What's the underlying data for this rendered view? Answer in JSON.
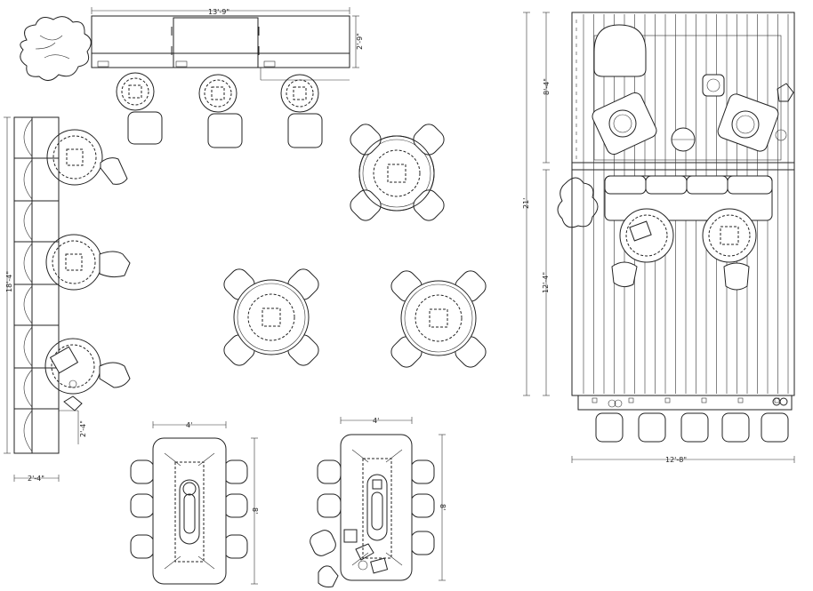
{
  "dimensions": {
    "counter_length": "13'-9\"",
    "counter_depth": "2'-9\"",
    "banquette_length": "18'-4\"",
    "banquette_depth": "2'-4\"",
    "banquette_table": "2'-4\"",
    "table1_width": "4'",
    "table1_length": "8'",
    "table2_width": "4'",
    "table2_length": "8'",
    "patio_total": "21'",
    "patio_upper": "8'-4\"",
    "patio_lower": "12'-4\"",
    "patio_width": "12'-8\""
  },
  "elements": {
    "bar_stools": 3,
    "four_top_tables": 3,
    "banquette_tables": 3,
    "dining_tables": 2,
    "counter_stools": 5
  }
}
